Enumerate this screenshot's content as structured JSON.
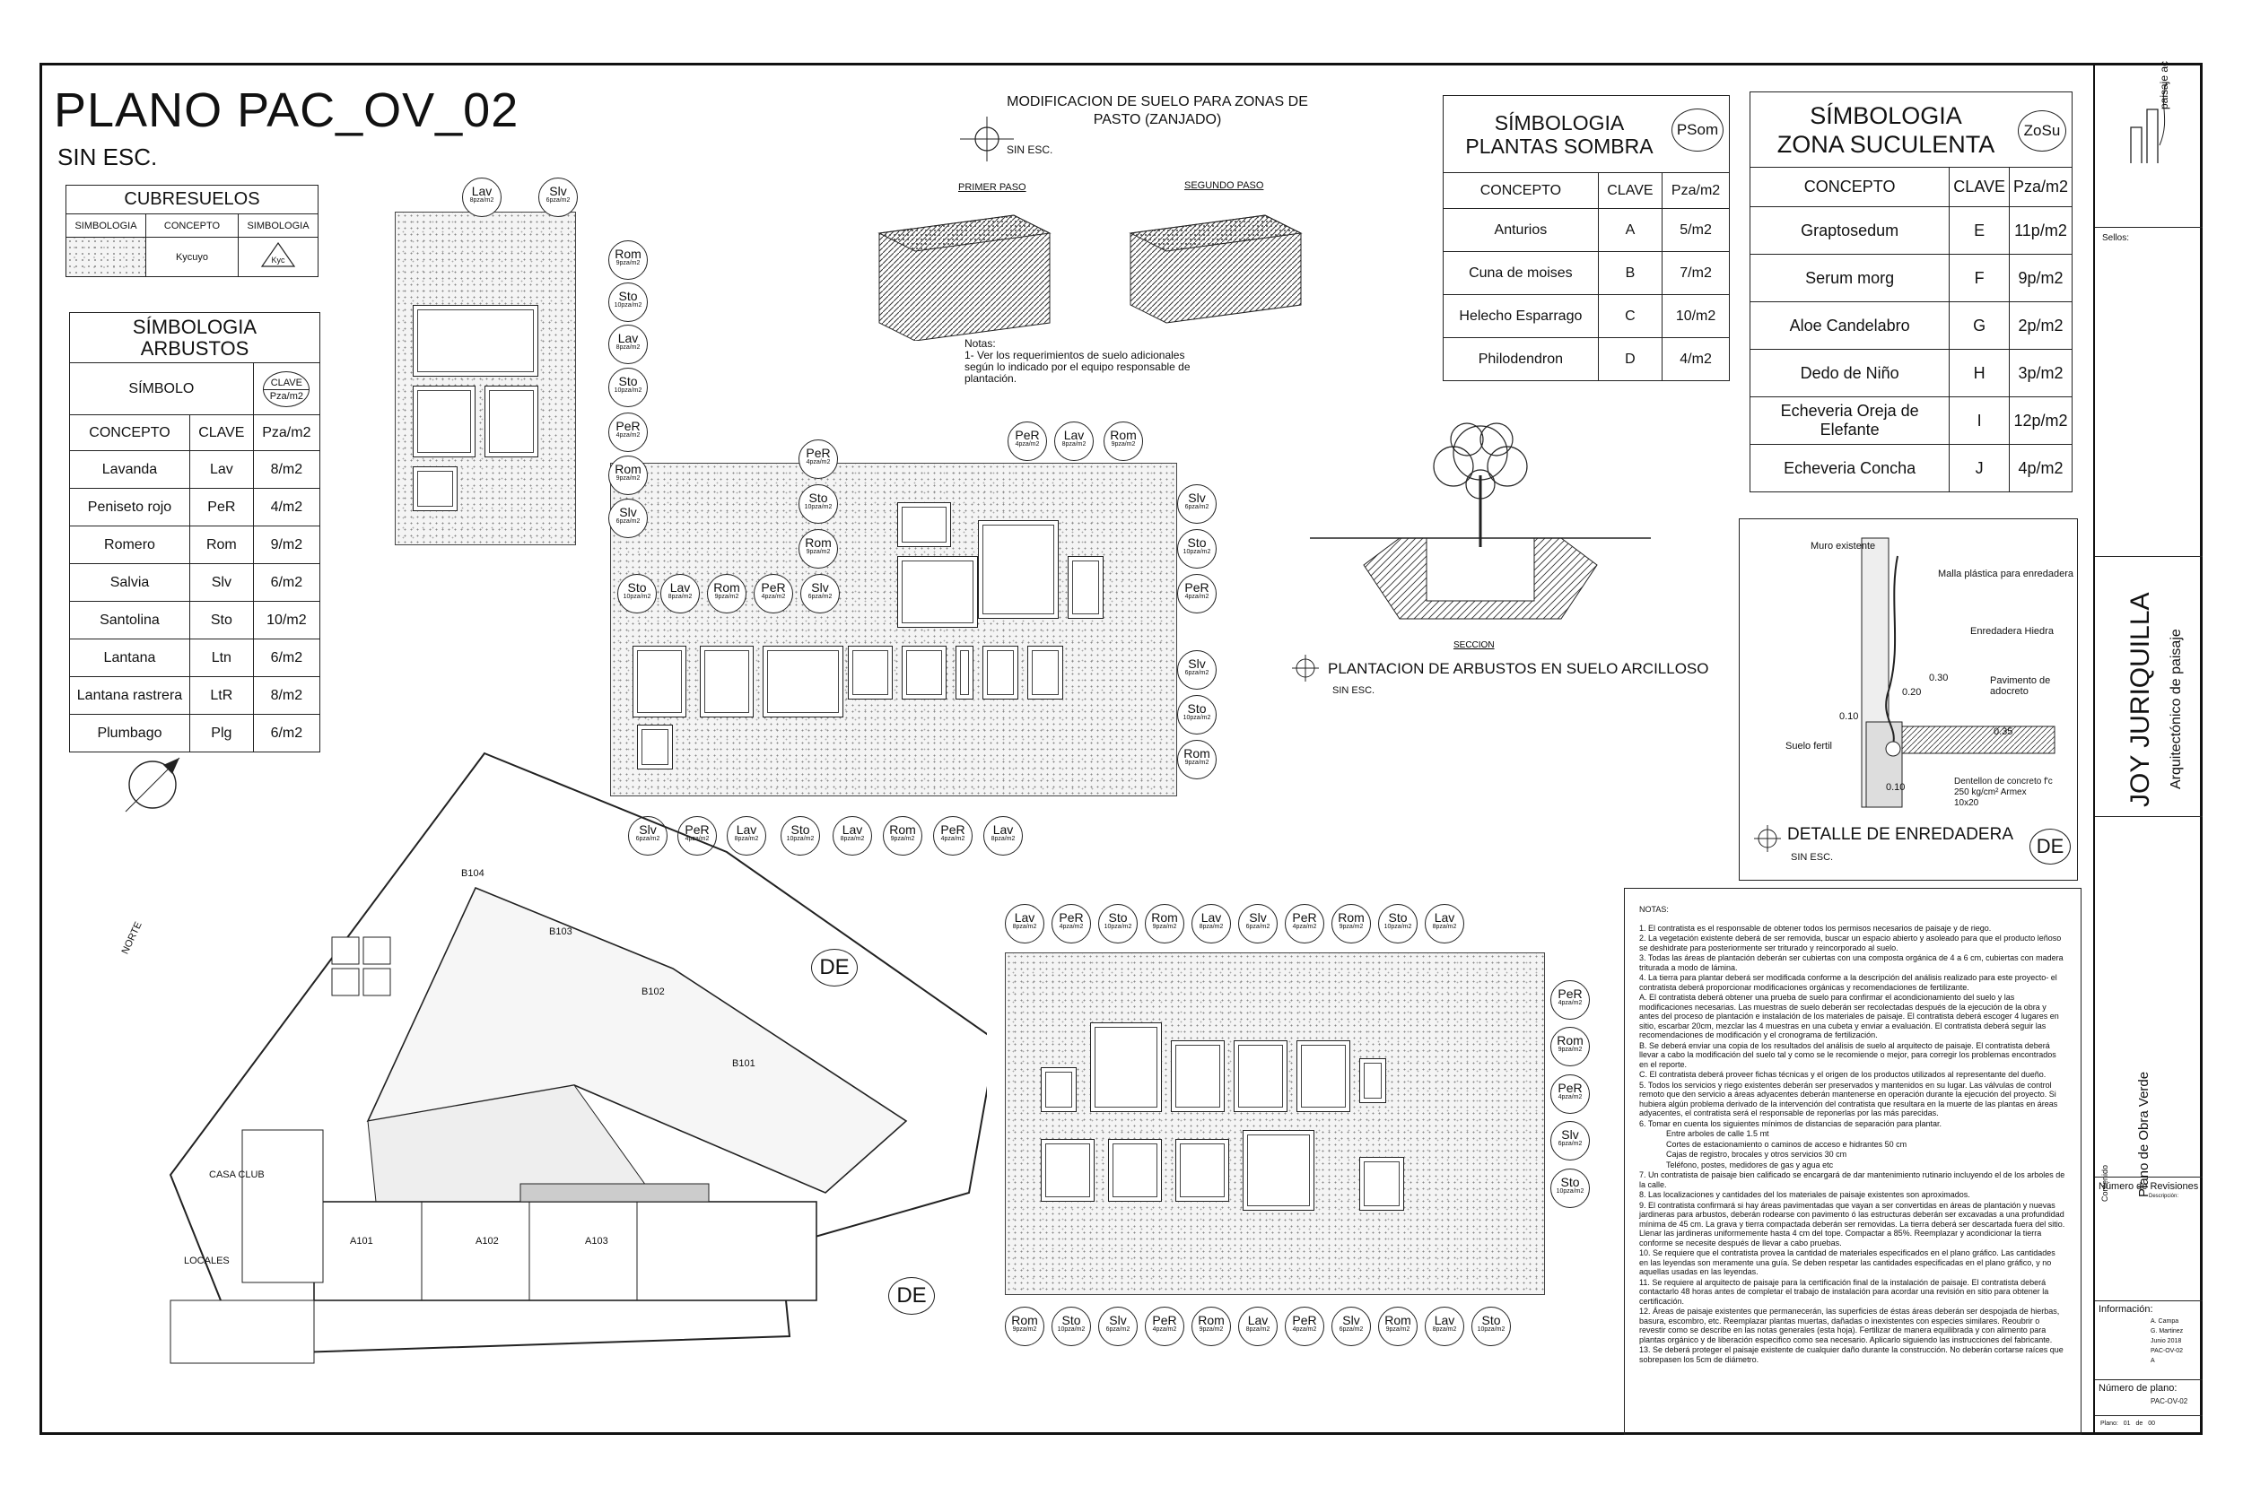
{
  "sheet": {
    "title": "PLANO PAC_OV_02",
    "scale": "SIN ESC."
  },
  "cubresuelos": {
    "title": "CUBRESUELOS",
    "headers": [
      "SIMBOLOGIA",
      "CONCEPTO",
      "SIMBOLOGIA"
    ],
    "row": {
      "concepto": "Kycuyo",
      "clave": "Kyc"
    }
  },
  "arbustos": {
    "title": "SÍMBOLOGIA ARBUSTOS",
    "symbol_label": "SÍMBOLO",
    "key_top": "CLAVE",
    "key_bottom": "Pza/m2",
    "headers": [
      "CONCEPTO",
      "CLAVE",
      "Pza/m2"
    ],
    "rows": [
      {
        "concepto": "Lavanda",
        "clave": "Lav",
        "cant": "8/m2"
      },
      {
        "concepto": "Peniseto rojo",
        "clave": "PeR",
        "cant": "4/m2"
      },
      {
        "concepto": "Romero",
        "clave": "Rom",
        "cant": "9/m2"
      },
      {
        "concepto": "Salvia",
        "clave": "Slv",
        "cant": "6/m2"
      },
      {
        "concepto": "Santolina",
        "clave": "Sto",
        "cant": "10/m2"
      },
      {
        "concepto": "Lantana",
        "clave": "Ltn",
        "cant": "6/m2"
      },
      {
        "concepto": "Lantana rastrera",
        "clave": "LtR",
        "cant": "8/m2"
      },
      {
        "concepto": "Plumbago",
        "clave": "Plg",
        "cant": "6/m2"
      }
    ]
  },
  "sombra": {
    "title1": "SÍMBOLOGIA",
    "title2": "PLANTAS SOMBRA",
    "badge": "PSom",
    "headers": [
      "CONCEPTO",
      "CLAVE",
      "Pza/m2"
    ],
    "rows": [
      {
        "concepto": "Anturios",
        "clave": "A",
        "cant": "5/m2"
      },
      {
        "concepto": "Cuna de moises",
        "clave": "B",
        "cant": "7/m2"
      },
      {
        "concepto": "Helecho Esparrago",
        "clave": "C",
        "cant": "10/m2"
      },
      {
        "concepto": "Philodendron",
        "clave": "D",
        "cant": "4/m2"
      }
    ]
  },
  "suculenta": {
    "title1": "SÍMBOLOGIA",
    "title2": "ZONA SUCULENTA",
    "badge": "ZoSu",
    "headers": [
      "CONCEPTO",
      "CLAVE",
      "Pza/m2"
    ],
    "rows": [
      {
        "concepto": "Graptosedum",
        "clave": "E",
        "cant": "11p/m2"
      },
      {
        "concepto": "Serum morg",
        "clave": "F",
        "cant": "9p/m2"
      },
      {
        "concepto": "Aloe Candelabro",
        "clave": "G",
        "cant": "2p/m2"
      },
      {
        "concepto": "Dedo de Niño",
        "clave": "H",
        "cant": "3p/m2"
      },
      {
        "concepto": "Echeveria Oreja de Elefante",
        "clave": "I",
        "cant": "12p/m2"
      },
      {
        "concepto": "Echeveria Concha",
        "clave": "J",
        "cant": "4p/m2"
      }
    ]
  },
  "suelo": {
    "title": "MODIFICACION DE SUELO PARA ZONAS DE PASTO (ZANJADO)",
    "scale": "SIN ESC.",
    "step1": "PRIMER PASO",
    "step2": "SEGUNDO PASO",
    "notes_title": "Notas:",
    "note": "1- Ver los requerimientos de suelo adicionales según lo indicado por el equipo responsable de plantación."
  },
  "plantacion": {
    "title": "PLANTACION DE ARBUSTOS EN SUELO ARCILLOSO",
    "scale": "SIN ESC.",
    "section": "SECCION"
  },
  "enredadera": {
    "title": "DETALLE DE ENREDADERA",
    "scale": "SIN ESC.",
    "badge": "DE",
    "labels": [
      "Muro existente",
      "Malla plástica para enredadera",
      "Enredadera Hiedra",
      "Pavimento de adocreto",
      "Suelo fertil",
      "Dentellon de concreto f'c 250 kg/cm² Armex 10x20"
    ],
    "dims": [
      "0.30",
      "0.20",
      "0.10",
      "0.35",
      "0.10"
    ]
  },
  "plan": {
    "north": "NORTE",
    "rooms": [
      "B104",
      "B103",
      "B102",
      "B101",
      "A101",
      "A102",
      "A103",
      "CASA CLUB",
      "LOCALES"
    ],
    "de_tag": "DE"
  },
  "tags": {
    "Lav": {
      "code": "Lav",
      "dens": "8pza/m2"
    },
    "Slv": {
      "code": "Slv",
      "dens": "6pza/m2"
    },
    "Rom": {
      "code": "Rom",
      "dens": "9pza/m2"
    },
    "Sto": {
      "code": "Sto",
      "dens": "10pza/m2"
    },
    "PeR": {
      "code": "PeR",
      "dens": "4pza/m2"
    }
  },
  "notes": {
    "title": "NOTAS:",
    "items": [
      "1. El contratista es el responsable de obtener todos los permisos necesarios de paisaje y de riego.",
      "2. La vegetación existente deberá de ser removida, buscar un espacio abierto y asoleado para que el producto leñoso se deshidrate para posteriormente ser triturado y reincorporado al suelo.",
      "3. Todas las áreas de plantación deberán ser cubiertas con una composta orgánica de 4 a 6 cm, cubiertas con madera triturada a modo de lámina.",
      "4. La tierra para plantar deberá ser modificada conforme a la descripción del análisis realizado para este proyecto- el contratista deberá proporcionar modificaciones orgánicas y recomendaciones de fertilizante.",
      "A. El contratista deberá obtener una prueba de suelo para confirmar el acondicionamiento del suelo y las modificaciones necesarias. Las muestras de suelo deberán ser recolectadas después de la ejecución de la obra y antes del proceso de plantación e instalación de los materiales de paisaje. El contratista deberá escoger 4 lugares en sitio, escarbar 20cm, mezclar las 4 muestras en una cubeta y enviar a evaluación. El contratista deberá seguir las recomendaciones de modificación y el cronograma de fertilización.",
      "B. Se deberá enviar una copia de los resultados del análisis de suelo al arquitecto de paisaje. El contratista deberá llevar a cabo la modificación del suelo tal y como se le recomiende o mejor, para corregir los problemas encontrados en el reporte.",
      "C. El contratista deberá proveer fichas técnicas y el origen de los productos utilizados al representante del dueño.",
      "5. Todos los servicios y riego existentes deberán ser preservados y mantenidos en su lugar. Las válvulas de control remoto que den servicio a áreas adyacentes deberán mantenerse en operación durante la ejecución del proyecto. Si hubiera algún problema derivado de la intervención del contratista que resultara en la muerte de las plantas en áreas adyacentes, el contratista será el responsable de reponerlas por las más parecidas.",
      "6. Tomar en cuenta los siguientes mínimos de distancias de separación para plantar.",
      "Entre arboles de calle 1.5 mt",
      "Cortes de estacionamiento o caminos de acceso e hidrantes 50 cm",
      "Cajas de registro, brocales y otros servicios 30 cm",
      "Teléfono, postes, medidores de gas y agua etc",
      "7. Un contratista de paisaje bien calificado se encargará de dar mantenimiento rutinario incluyendo el de los arboles de la calle.",
      "8. Las localizaciones y cantidades del los materiales de paisaje existentes son aproximados.",
      "9. El contratista confirmará si hay áreas pavimentadas que vayan a ser convertidas en áreas de plantación y nuevas jardineras para arbustos, deberán rodearse con pavimento ó las estructuras deberán ser excavadas a una profundidad mínima de 45 cm. La grava y tierra compactada deberán ser removidas. La tierra deberá ser descartada fuera del sitio. Llenar las jardineras uniformemente hasta 4 cm del tope. Compactar a 85%. Reemplazar y acondicionar la tierra conforme se necesite después de llevar a cabo pruebas.",
      "10. Se requiere que el contratista provea la cantidad de materiales especificados en el plano gráfico. Las cantidades en las leyendas son meramente una guía. Se deben respetar las cantidades especificadas en el plano gráfico, y no aquellas usadas en las leyendas.",
      "11. Se requiere al arquitecto de paisaje para la certificación final de la instalación de paisaje. El contratista deberá contactarlo 48 horas antes de completar el trabajo de instalación para acordar una revisión en sitio para obtener la certificación.",
      "12. Áreas de paisaje existentes que permanecerán, las superficies de éstas áreas deberán ser despojada de hierbas, basura, escombro, etc. Reemplazar plantas muertas, dañadas o inexistentes con especies similares. Reoubrir o revestir como se describe en las notas generales (esta hoja). Fertilizar de manera equilibrada y con alimento para plantas orgánico y de liberación especifico como sea necesario. Aplicarlo siguiendo las instrucciones del fabricante.",
      "13. Se deberá proteger el paisaje existente de cualquier daño durante la construcción. No deberán cortarse raíces que sobrepasen los 5cm de diámetro."
    ]
  },
  "titleblock": {
    "brand": "paisaje ac",
    "sellos": "Sellos:",
    "project": "JOY JURIQUILLA",
    "subtitle": "Arquitectónico de paisaje",
    "contenido": "Contenido",
    "content": "Plano de Obra Verde",
    "revisiones": "Número de Revisiones",
    "descripcion": "Descripción:",
    "informacion": "Información:",
    "info": [
      "A. Campa",
      "G. Martinez",
      "Junio 2018",
      "PAC-OV-02",
      "A"
    ],
    "numero": "Número de plano:",
    "plano_num": "PAC-OV-02",
    "plano_de": "Plano: 01 de 00"
  }
}
